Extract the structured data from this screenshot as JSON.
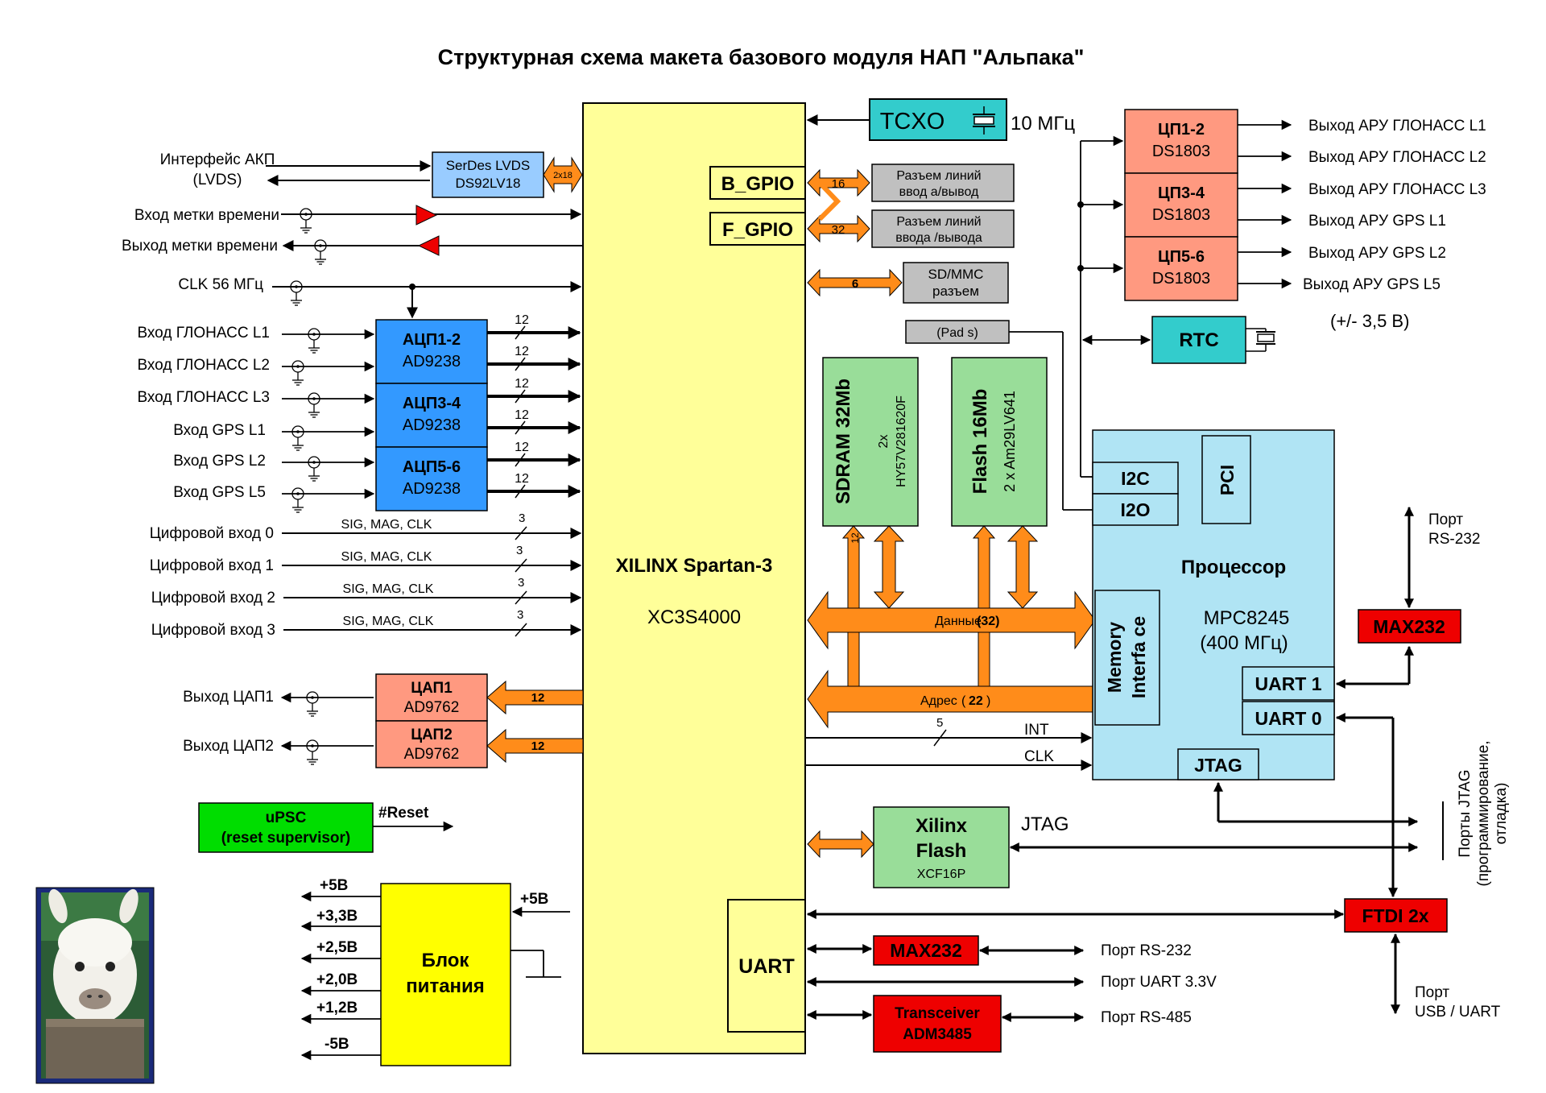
{
  "title": "Структурная схема макета базового модуля НАП \"Альпака\"",
  "fpga": {
    "name": "XILINX Spartan-3",
    "part": "XC3S4000",
    "uart": "UART",
    "bgpio": "B_GPIO",
    "fgpio": "F_GPIO"
  },
  "tcxo": {
    "label": "TCXO",
    "freq": "10 МГц"
  },
  "serdes": {
    "line1": "SerDes LVDS",
    "line2": "DS92LV18",
    "bus": "2x18"
  },
  "left_inputs": {
    "akp1": "Интерфейс АКП",
    "akp2": "(LVDS)",
    "time_in": "Вход метки времени",
    "time_out": "Выход метки времени",
    "clk": "CLK 56 МГц",
    "gl1": "Вход ГЛОНАСС L1",
    "gl2": "Вход ГЛОНАСС L2",
    "gl3": "Вход ГЛОНАСС L3",
    "gps1": "Вход GPS L1",
    "gps2": "Вход GPS L2",
    "gps5": "Вход GPS L5",
    "dig0": "Цифровой вход 0",
    "dig1": "Цифровой вход 1",
    "dig2": "Цифровой вход 2",
    "dig3": "Цифровой вход 3",
    "sig": "SIG, MAG, CLK",
    "three": "3",
    "twelve": "12"
  },
  "adc": [
    {
      "name": "АЦП1-2",
      "part": "AD9238"
    },
    {
      "name": "АЦП3-4",
      "part": "AD9238"
    },
    {
      "name": "АЦП5-6",
      "part": "AD9238"
    }
  ],
  "dac": [
    {
      "name": "ЦАП1",
      "part": "AD9762",
      "out": "Выход ЦАП1"
    },
    {
      "name": "ЦАП2",
      "part": "AD9762",
      "out": "Выход ЦАП2"
    }
  ],
  "upsc": {
    "line1": "uPSC",
    "line2": "(reset supervisor)",
    "reset": "#Reset"
  },
  "power": {
    "line1": "Блок",
    "line2": "питания",
    "input": "+5В",
    "outputs": [
      "+5В",
      "+3,3В",
      "+2,5В",
      "+2,0В",
      "+1,2В",
      "-5В"
    ]
  },
  "gpio": {
    "b_count": "16",
    "b_conn1": "Разъем линий",
    "b_conn2": "ввод а/вывод",
    "f_count": "32",
    "f_conn1": "Разъем линий",
    "f_conn2": "ввода /вывода",
    "sd_count": "6",
    "sd1": "SD/MMC",
    "sd2": "разъем"
  },
  "pads": "(Pad s)",
  "sdram": {
    "name": "SDRAM 32Mb",
    "count": "2x",
    "part": "HY57V281620F",
    "width": "12"
  },
  "flash": {
    "name": "Flash 16Mb",
    "part": "2 x Am29LV641"
  },
  "buses": {
    "data": "Данные",
    "data_width": "(32)",
    "addr": "Адрес",
    "addr_width": "22",
    "int": "INT",
    "clk": "CLK",
    "int_width": "5"
  },
  "xflash": {
    "line1": "Xilinx",
    "line2": "Flash",
    "part": "XCF16P",
    "jtag": "JTAG"
  },
  "uart_ports": {
    "max232": "MAX232",
    "rs232": "Порт  RS-232",
    "uart33": "Порт  UART 3.3V",
    "trx1": "Transceiver",
    "trx2": "ADM3485",
    "rs485": "Порт  RS-485"
  },
  "dp": [
    {
      "name": "ЦП1-2",
      "part": "DS1803"
    },
    {
      "name": "ЦП3-4",
      "part": "DS1803"
    },
    {
      "name": "ЦП5-6",
      "part": "DS1803"
    }
  ],
  "agc_outputs": [
    "Выход АРУ ГЛОНАСС L1",
    "Выход АРУ ГЛОНАСС L2",
    "Выход АРУ ГЛОНАСС L3",
    "Выход АРУ GPS L1",
    "Выход АРУ GPS L2",
    "Выход АРУ GPS L5"
  ],
  "agc_range": "(+/- 3,5 В)",
  "rtc": "RTC",
  "cpu": {
    "title": "Процессор",
    "part": "MPC8245",
    "freq": "(400 МГц)",
    "i2c": "I2C",
    "i2o": "I2O",
    "pci": "PCI",
    "mem1": "Memory",
    "mem2": "Interfa ce",
    "uart1": "UART 1",
    "uart0": "UART 0",
    "jtag": "JTAG"
  },
  "right_ports": {
    "rs232_1": "Порт",
    "rs232_2": "RS-232",
    "max232": "MAX232",
    "jtag_ports1": "Порты JTAG",
    "jtag_ports2": "(программирование,",
    "jtag_ports3": "отладка)",
    "ftdi": "FTDI  2x",
    "usb1": "Порт",
    "usb2": "USB / UART"
  },
  "colors": {
    "fpga": "#ffff99",
    "adc": "#3399ff",
    "dac": "#ff9980",
    "tcxo": "#33cccc",
    "serdes": "#99ccff",
    "memory": "#99dd99",
    "cpu": "#b0e4f4",
    "red": "#ee0000",
    "bus": "#ff8c1a",
    "green": "#00dd00",
    "yellow": "#ffff00",
    "grey": "#c0c0c0"
  }
}
